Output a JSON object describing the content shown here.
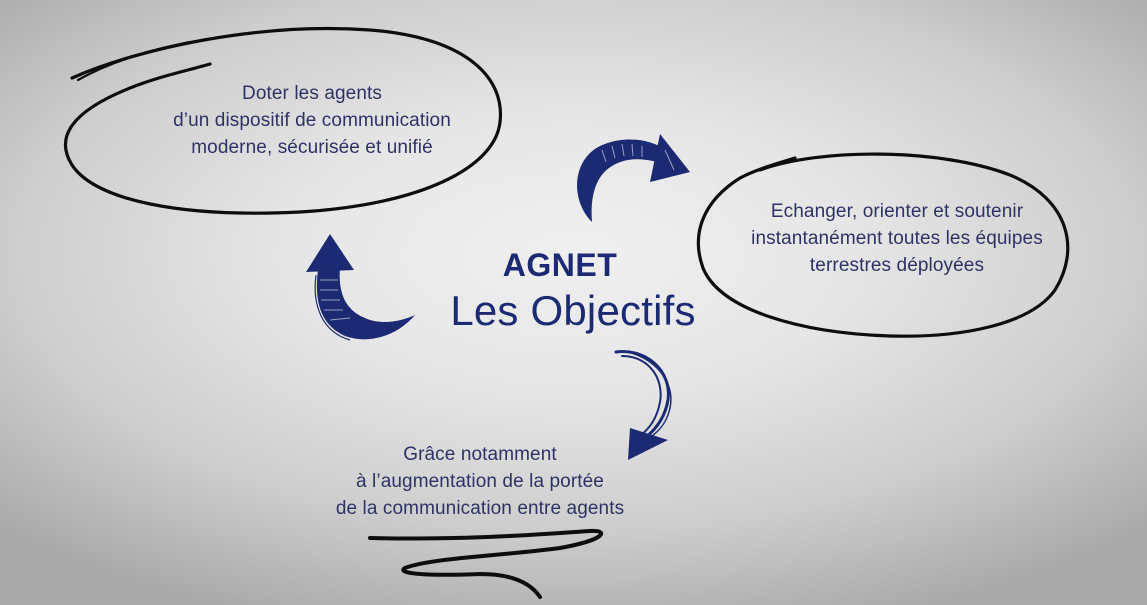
{
  "title": {
    "brand": "AGNET",
    "subtitle": "Les Objectifs"
  },
  "objectives": [
    {
      "id": "top-left",
      "lines": [
        "Doter les agents",
        "d’un dispositif de communication",
        "moderne, sécurisée et unifié"
      ]
    },
    {
      "id": "right",
      "lines": [
        "Echanger, orienter et soutenir",
        "instantanément toutes les équipes",
        "terrestres déployées"
      ]
    },
    {
      "id": "bottom",
      "lines": [
        "Grâce notamment",
        "à l’augmentation de la portée",
        "de la communication entre agents"
      ]
    }
  ],
  "icons": {
    "arrow_top": "curved-arrow-right-icon",
    "arrow_left": "curved-arrow-up-icon",
    "arrow_bottom": "curved-arrow-down-icon"
  },
  "colors": {
    "accent_navy": "#1c2a73",
    "text": "#2e3365",
    "ink": "#0d0d0d"
  }
}
